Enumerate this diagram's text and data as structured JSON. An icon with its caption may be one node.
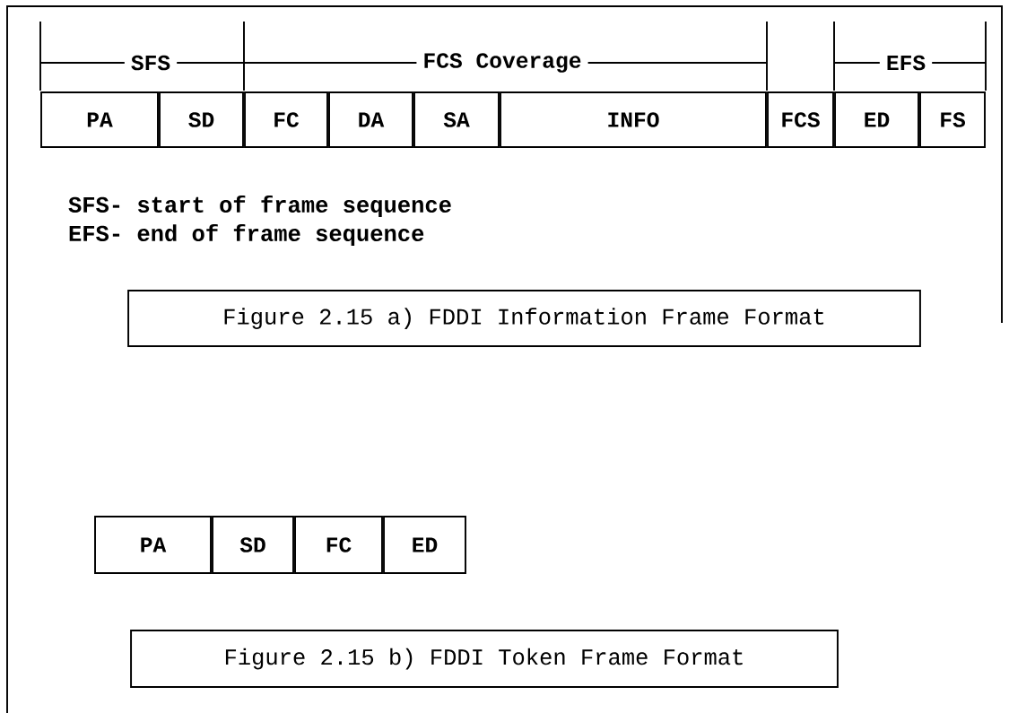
{
  "diagram": {
    "nodes": [
      {
        "text": [
          "PA"
        ]
      },
      {
        "text": [
          "SD"
        ]
      },
      {
        "text": [
          "FC"
        ]
      },
      {
        "text": [
          "DA"
        ]
      },
      {
        "text": [
          "SA"
        ]
      },
      {
        "text": [
          "INFO"
        ]
      },
      {
        "text": [
          "FCS"
        ]
      },
      {
        "text": [
          "ED"
        ]
      },
      {
        "text": [
          "FS"
        ]
      },
      {
        "text": [
          "Figure 2.15 a) FDDI Information Frame Format"
        ]
      },
      {
        "text": [
          "PA"
        ]
      },
      {
        "text": [
          "SD"
        ]
      },
      {
        "text": [
          "FC"
        ]
      },
      {
        "text": [
          "ED"
        ]
      },
      {
        "text": [
          "Figure 2.15 b) FDDI Token Frame Format"
        ]
      }
    ],
    "edges": [],
    "labels": [
      "SFS",
      "FCS Coverage",
      "EFS",
      "SFS- start of frame sequence",
      "EFS- end of frame sequence"
    ]
  }
}
